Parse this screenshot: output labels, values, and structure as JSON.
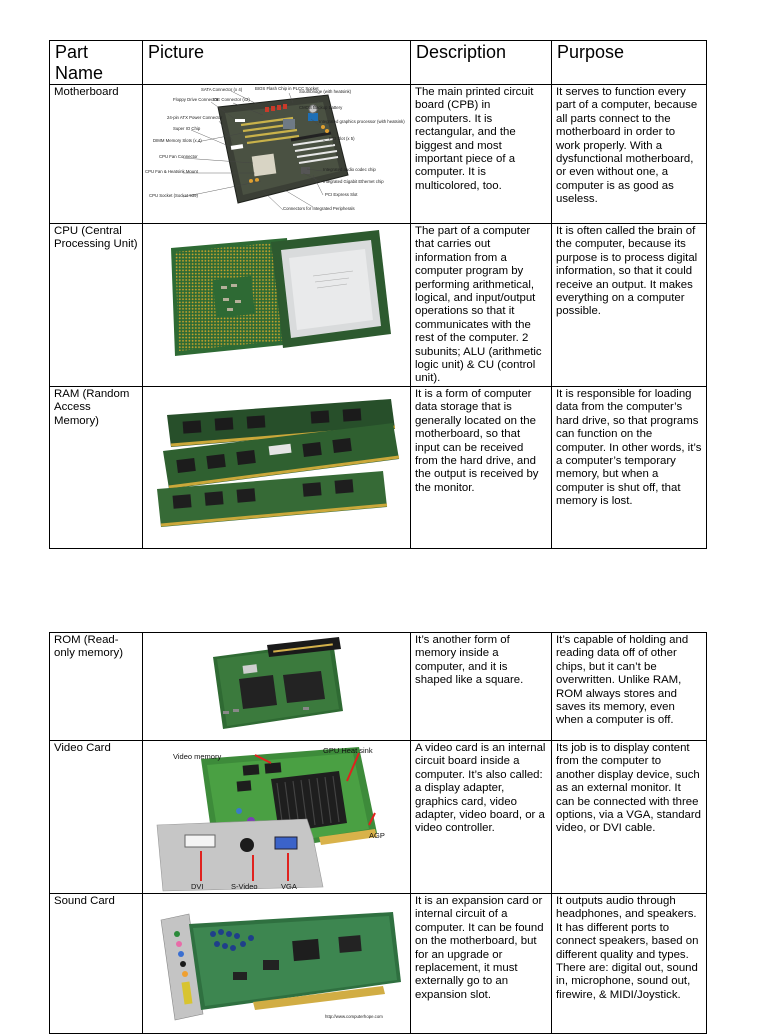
{
  "table_top": {
    "headers": [
      "Part Name",
      "Picture",
      "Description",
      "Purpose"
    ],
    "rows": [
      {
        "name": "Motherboard",
        "description": "The main printed circuit board (CPB) in computers. It is rectangular, and the biggest and most important piece of a computer. It is multicolored, too.",
        "purpose": "It serves to function every part of a computer, because all parts connect to the motherboard in order to work properly. With a dysfunctional motherboard, or even without one, a computer is as good as useless.",
        "image_labels": {
          "sata": "SATA Connector (x 4)",
          "bios": "BIOS Flash Chip in PLCC Socket",
          "southbridge": "Southbridge (with heatsink)",
          "floppy": "Floppy Drive Connector",
          "ide": "IDE Connector (x2)",
          "cmos": "CMOS Backup Battery",
          "atx": "24-pin ATX Power Connector",
          "superio": "Super IO Chip",
          "graphics": "Integrated graphics processor (with heatsink)",
          "dimm": "DIMM Memory Slots (x 4)",
          "pci": "PCI Slot (x 5)",
          "cpufan": "CPU Fan Connector",
          "cpuheatsink": "CPU Fan & Heatsink Mount",
          "audio": "Integrated audio codec chip",
          "ethernet": "Integrated Gigabit Ethernet chip",
          "cpusocket": "CPU Socket (Socket 939)",
          "pciexpress": "PCI Express Slot",
          "peripherals": "Connectors for Integrated Peripherals"
        }
      },
      {
        "name": "CPU (Central Processing Unit)",
        "description": "The part of a computer that carries out information from a computer program by performing arithmetical, logical, and input/output operations so that it communicates with the rest of the computer. 2 subunits; ALU (arithmetic logic unit) & CU (control unit).",
        "purpose": "It is often called the brain of the computer, because its purpose is to process digital information, so that it could receive an output. It makes everything on a computer possible."
      },
      {
        "name": "RAM (Random Access Memory)",
        "description": "It is a form of computer data storage that is generally located on the motherboard, so that input can be received from the hard drive, and the output is received by the monitor.",
        "purpose": "It is responsible for loading data from the computer’s hard drive, so that programs can function on the computer. In other words, it’s a computer’s temporary memory, but when a computer is shut off, that memory is lost."
      }
    ]
  },
  "table_bottom": {
    "rows": [
      {
        "name": "ROM (Read-only memory)",
        "description": "It’s another form of memory inside a computer, and it is shaped like a square.",
        "purpose": "It’s capable of holding and reading data off of other chips, but it can’t be overwritten. Unlike RAM, ROM always stores and saves its memory, even when a computer is off."
      },
      {
        "name": "Video Card",
        "description": "A video card is an internal circuit board inside a computer. It’s also called: a display adapter, graphics card, video adapter, video board, or a video controller.",
        "purpose": "Its job is to display content from the computer to another display device, such as an external monitor. It can be connected with three options, via a VGA, standard video, or DVI cable.",
        "image_labels": {
          "memory": "Video memory",
          "heatsink": "GPU Heat sink",
          "agp": "AGP",
          "dvi": "DVI",
          "svideo": "S-Video",
          "vga": "VGA"
        }
      },
      {
        "name": "Sound Card",
        "description": "It is an expansion card or internal circuit of a computer. It can be found on the motherboard, but for an upgrade or replacement, it must externally go to an expansion slot.",
        "purpose": "It outputs audio through headphones, and speakers. It has different ports to connect speakers, based on different quality and types. There are: digital out, sound in, microphone, sound out, firewire, & MIDI/Joystick.",
        "image_credit": "http://www.computerhope.com"
      }
    ]
  }
}
